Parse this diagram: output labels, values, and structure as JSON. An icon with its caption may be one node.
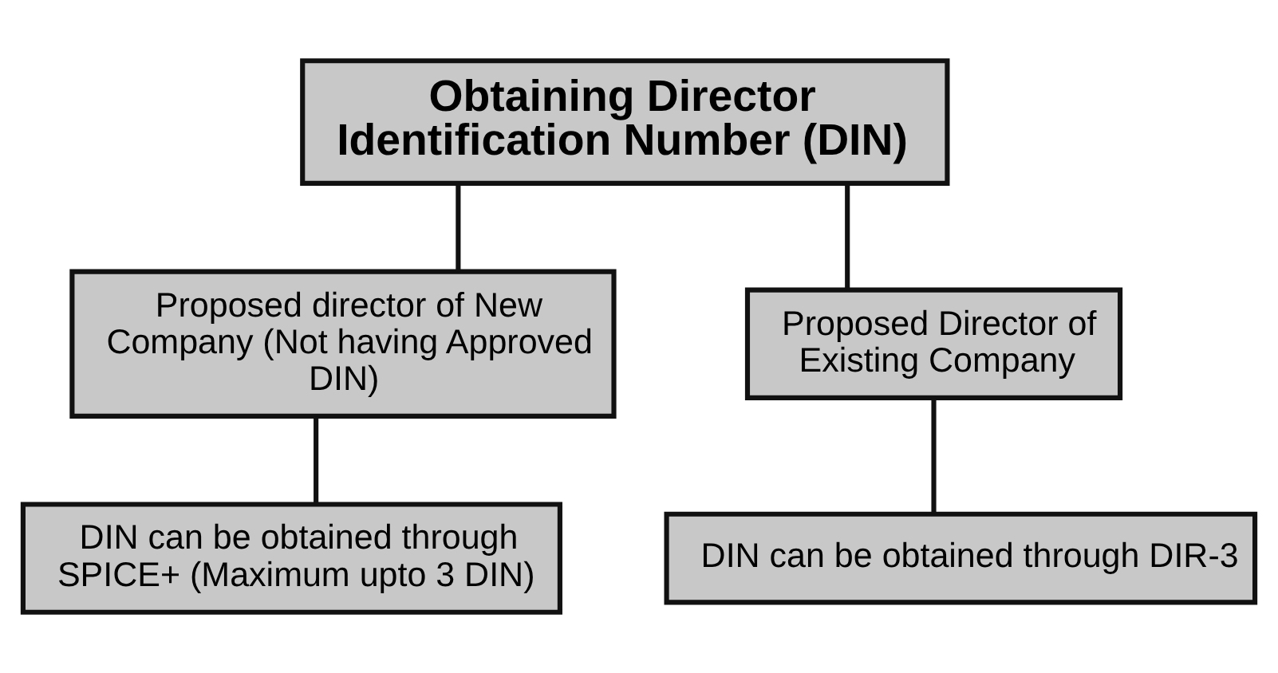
{
  "diagram": {
    "nodes": [
      {
        "text": [
          "Obtaining Director Identification Number (DIN)"
        ]
      },
      {
        "text": [
          "Proposed director of New Company (Not having Approved DIN)"
        ]
      },
      {
        "text": [
          "Proposed Director of Existing Company"
        ]
      },
      {
        "text": [
          "DIN can be obtained through SPICE+ (Maximum upto 3 DIN)"
        ]
      },
      {
        "text": [
          "DIN can be obtained through DIR-3"
        ]
      }
    ],
    "edges": [
      {
        "from": 0,
        "to": 1,
        "arrow": "none"
      },
      {
        "from": 0,
        "to": 2,
        "arrow": "none"
      },
      {
        "from": 1,
        "to": 3,
        "arrow": "none"
      },
      {
        "from": 2,
        "to": 4,
        "arrow": "none"
      }
    ]
  }
}
